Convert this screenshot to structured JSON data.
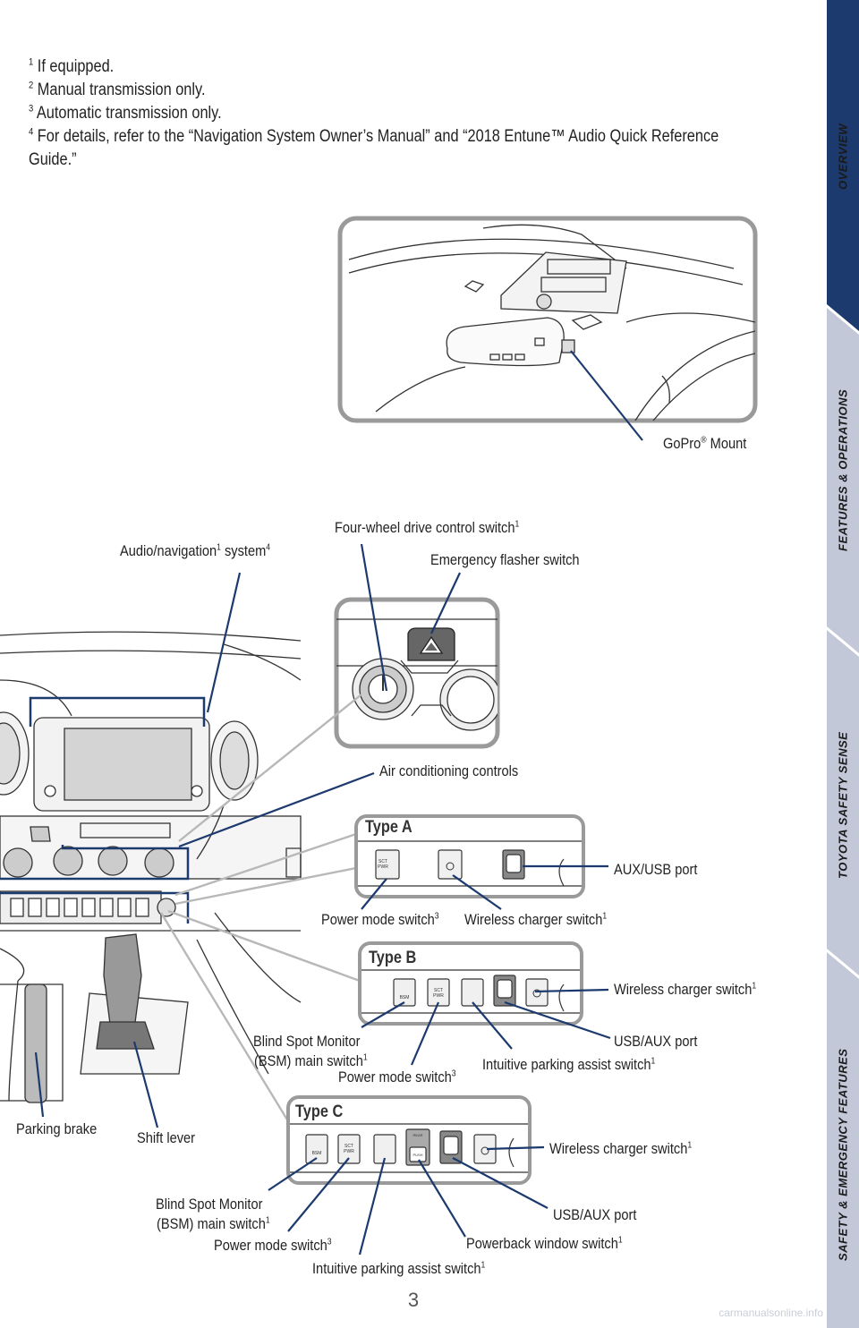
{
  "footnotes": [
    {
      "num": "1",
      "text": " If equipped."
    },
    {
      "num": "2",
      "text": " Manual transmission only."
    },
    {
      "num": "3",
      "text": " Automatic transmission only."
    },
    {
      "num": "4",
      "text": " For details, refer to the “Navigation System Owner’s Manual” and “2018 Entune™ Audio Quick Reference Guide.”"
    }
  ],
  "labels": {
    "gopro": {
      "text": "GoPro",
      "sup": "®",
      "tail": " Mount"
    },
    "four_wheel": {
      "text": "Four-wheel drive control switch",
      "sup": "1"
    },
    "audio_nav": {
      "text": "Audio/navigation",
      "sup": "1",
      "text2": " system",
      "sup2": "4"
    },
    "emergency": {
      "text": "Emergency flasher switch"
    },
    "air": {
      "text": "Air conditioning controls"
    },
    "aux_usb_a": {
      "text": "AUX/USB port"
    },
    "power_a": {
      "text": "Power mode switch",
      "sup": "3"
    },
    "wireless_a": {
      "text": "Wireless charger switch",
      "sup": "1"
    },
    "wireless_b": {
      "text": "Wireless charger switch",
      "sup": "1"
    },
    "bsm_b_1": {
      "text": "Blind Spot Monitor"
    },
    "bsm_b_2": {
      "text": "(BSM) main switch",
      "sup": "1"
    },
    "usb_aux_b": {
      "text": "USB/AUX port"
    },
    "intuitive_b": {
      "text": "Intuitive parking assist switch",
      "sup": "1"
    },
    "power_b": {
      "text": "Power mode switch",
      "sup": "3"
    },
    "parking": {
      "text": "Parking brake"
    },
    "shift": {
      "text": "Shift lever"
    },
    "wireless_c": {
      "text": "Wireless charger switch",
      "sup": "1"
    },
    "bsm_c_1": {
      "text": "Blind Spot Monitor"
    },
    "bsm_c_2": {
      "text": "(BSM) main switch",
      "sup": "1"
    },
    "usb_aux_c": {
      "text": "USB/AUX port"
    },
    "power_c": {
      "text": "Power mode switch",
      "sup": "3"
    },
    "powerback": {
      "text": "Powerback window switch",
      "sup": "1"
    },
    "intuitive_c": {
      "text": "Intuitive parking assist switch",
      "sup": "1"
    }
  },
  "types": {
    "a": "Type A",
    "b": "Type B",
    "c": "Type C"
  },
  "switch_text": {
    "sct": "SCT",
    "pwr": "PWR",
    "bsm": "BSM",
    "rear": "REAR",
    "push": "PUSH"
  },
  "sidebar": [
    {
      "label": "OVERVIEW",
      "color": "#1c3a6e"
    },
    {
      "label": "FEATURES & OPERATIONS",
      "color": "#c3c8d8"
    },
    {
      "label": "TOYOTA SAFETY SENSE",
      "color": "#c3c8d8"
    },
    {
      "label": "SAFETY & EMERGENCY FEATURES",
      "color": "#c3c8d8"
    }
  ],
  "page_number": "3",
  "watermark": "carmanualsonline.info",
  "colors": {
    "accent": "#1c3a6e",
    "frame": "#9a9a9a",
    "tab_inactive": "#c3c8d8"
  }
}
